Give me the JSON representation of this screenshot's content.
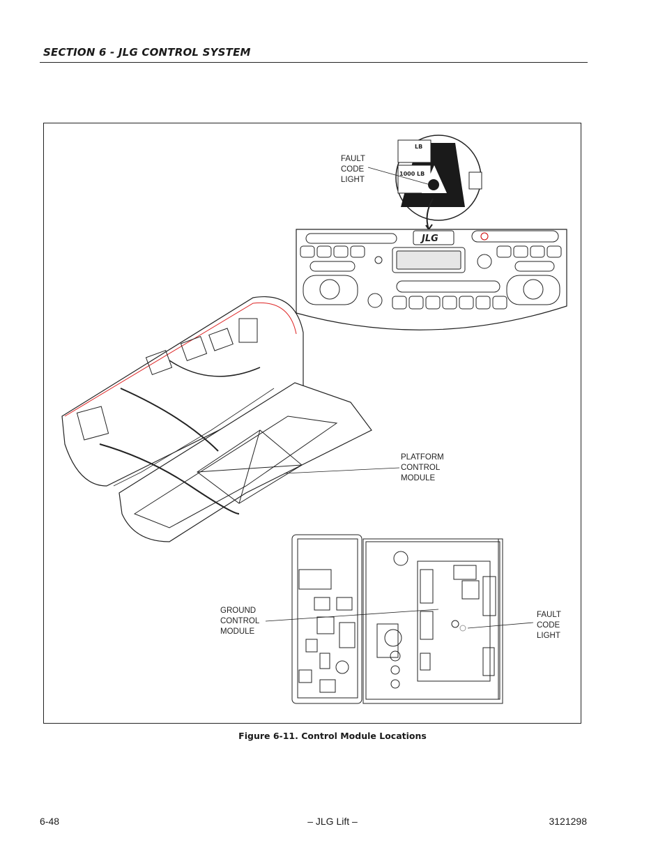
{
  "header": {
    "section_title": "SECTION 6 - JLG CONTROL SYSTEM"
  },
  "figure": {
    "caption": "Figure 6-11.  Control Module Locations",
    "callouts": {
      "fault_code_light_top": "FAULT\nCODE\nLIGHT",
      "platform_control_module": "PLATFORM\nCONTROL\nMODULE",
      "ground_control_module": "GROUND\nCONTROL\nMODULE",
      "fault_code_light_bottom": "FAULT\nCODE\nLIGHT"
    },
    "panel_labels": {
      "weight_top": "LB",
      "weight_bottom": "1000 LB",
      "brand": "JLG"
    }
  },
  "footer": {
    "page_number": "6-48",
    "center_text": "– JLG Lift –",
    "doc_number": "3121298"
  }
}
